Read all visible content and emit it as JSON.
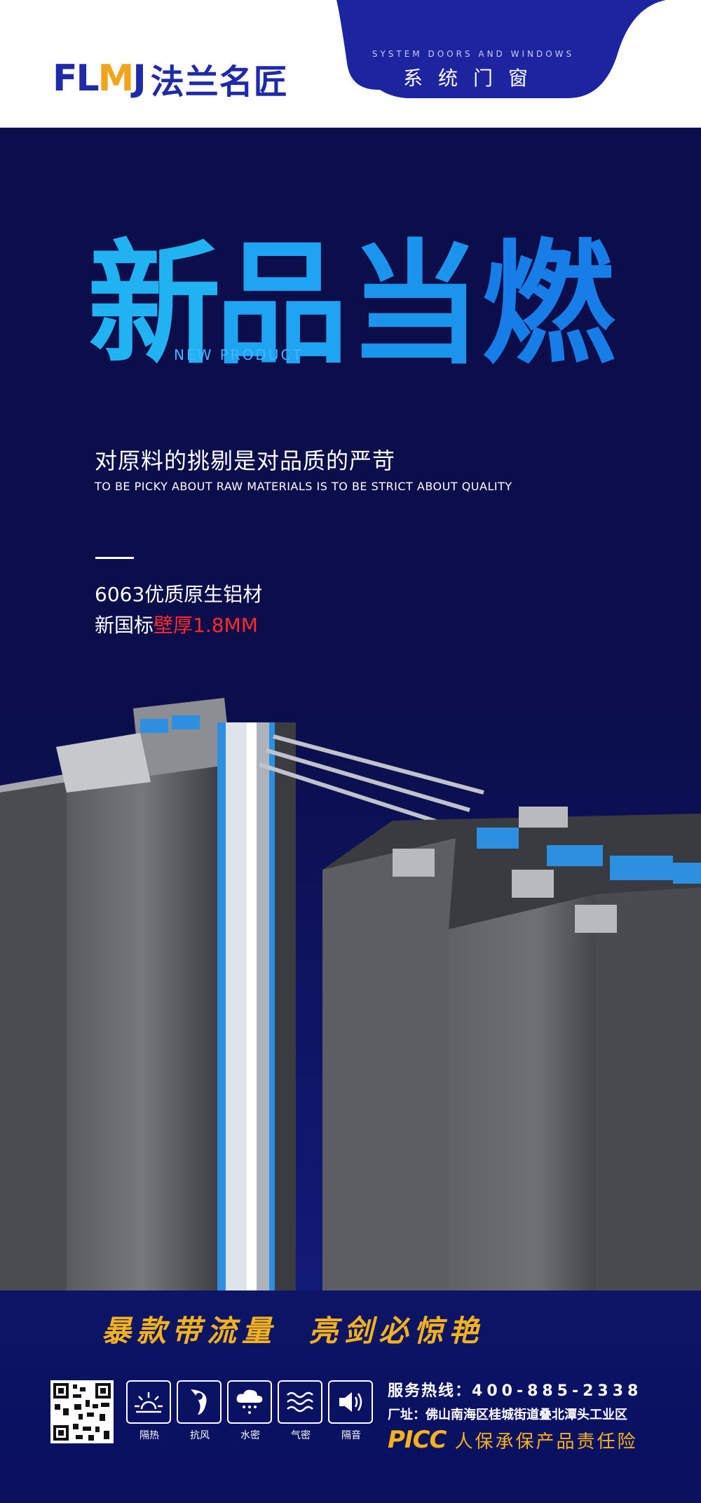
{
  "header": {
    "logo_latin_left": "FL",
    "logo_latin_m": "M",
    "logo_latin_right": "J",
    "logo_cn": "法兰名匠",
    "system_en": "SYSTEM DOORS AND WINDOWS",
    "system_cn": "系统门窗"
  },
  "hero": {
    "headline_chars": [
      "新",
      "品",
      "当",
      "燃"
    ],
    "headline_sub": "NEW PRODUCT",
    "tagline_cn": "对原料的挑剔是对品质的严苛",
    "tagline_en": "TO BE PICKY ABOUT RAW MATERIALS IS TO BE STRICT ABOUT QUALITY",
    "spec_line1": "6063优质原生铝材",
    "spec_line2_prefix": "新国标",
    "spec_line2_highlight": "壁厚1.8MM"
  },
  "footer": {
    "slogan": "暴款带流量  亮剑必惊艳",
    "features": [
      {
        "icon": "sun-heat-icon",
        "label": "隔热"
      },
      {
        "icon": "wind-icon",
        "label": "抗风"
      },
      {
        "icon": "rain-cloud-icon",
        "label": "水密"
      },
      {
        "icon": "air-waves-icon",
        "label": "气密"
      },
      {
        "icon": "speaker-icon",
        "label": "隔音"
      }
    ],
    "hotline_label": "服务热线：",
    "hotline_number": "400-885-2338",
    "address_label": "厂址：",
    "address": "佛山南海区桂城街道叠北潭头工业区",
    "insurance_mark": "PICC",
    "insurance_text": "人保承保产品责任险"
  },
  "colors": {
    "brand_blue": "#1e2aa8",
    "brand_gold": "#f2a51c",
    "headline_blue": "#1b95ec",
    "highlight_red": "#ff2b2b",
    "background_navy": "#0b0e4a"
  }
}
